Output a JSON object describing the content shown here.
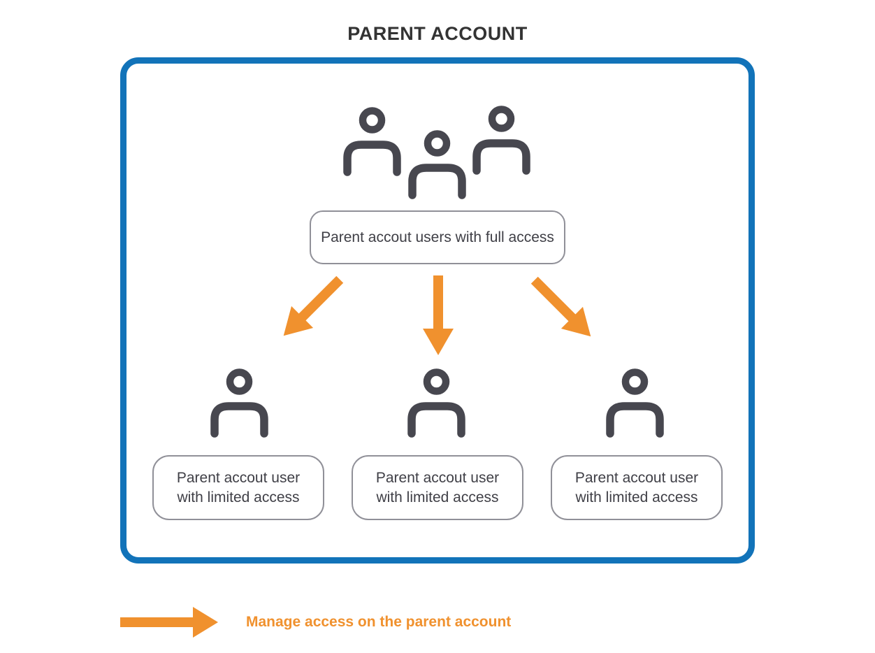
{
  "title": "PARENT ACCOUNT",
  "diagram": {
    "root": {
      "icon": "users-group-icon",
      "label": "Parent accout users with full access"
    },
    "children": [
      {
        "icon": "user-icon",
        "label": "Parent accout user with limited access"
      },
      {
        "icon": "user-icon",
        "label": "Parent accout user with limited access"
      },
      {
        "icon": "user-icon",
        "label": "Parent accout user with limited access"
      }
    ],
    "arrows": [
      "down-left",
      "down",
      "down-right"
    ]
  },
  "legend": {
    "icon": "right-arrow-icon",
    "label": "Manage access on the parent account"
  },
  "colors": {
    "border_blue": "#1273b9",
    "arrow_orange": "#f0912e",
    "icon_gray": "#47474f",
    "pill_border_gray": "#909098",
    "pill_text": "#3f3f46",
    "title_text": "#333333"
  }
}
